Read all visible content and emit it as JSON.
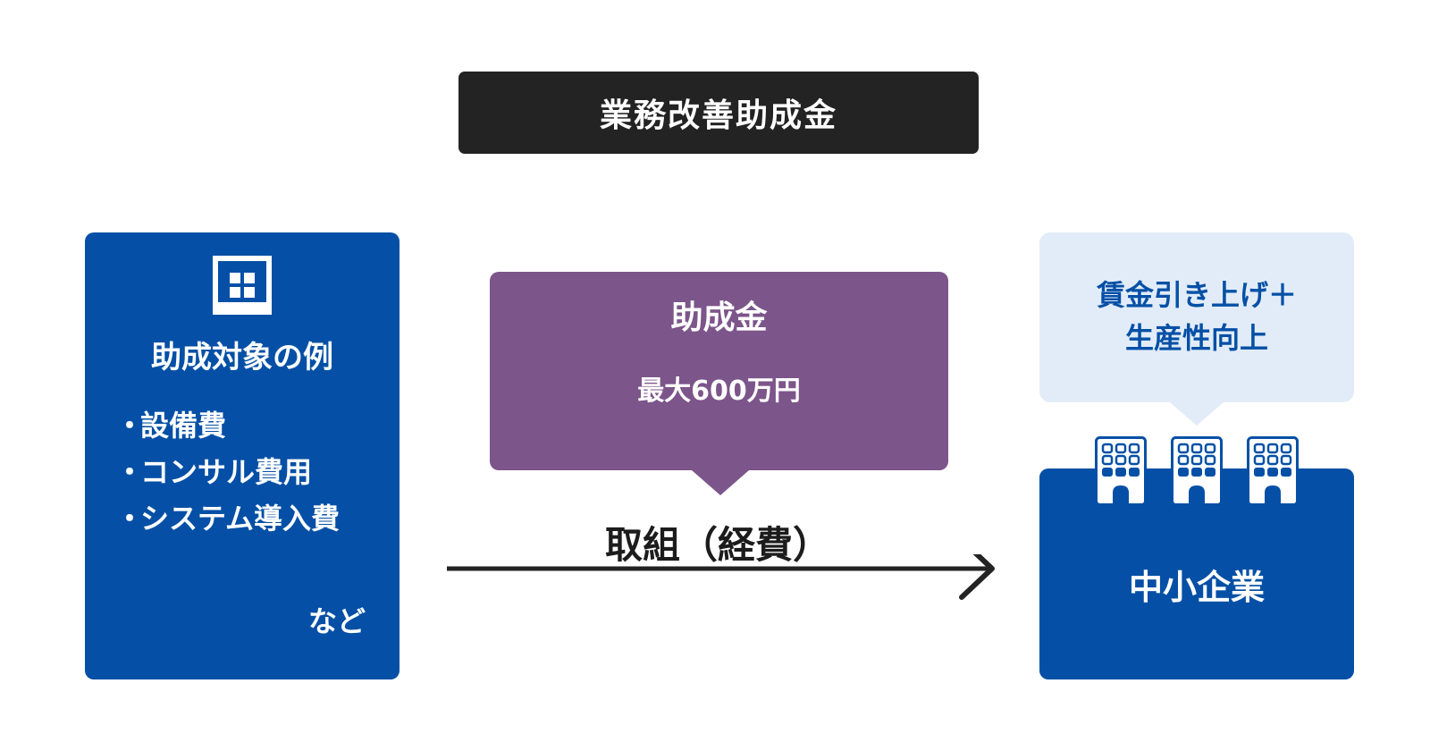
{
  "title": "業務改善助成金",
  "left": {
    "icon": "building-grid-icon",
    "title": "助成対象の例",
    "bullet": "・",
    "items": [
      "設備費",
      "コンサル費用",
      "システム導入費"
    ],
    "note": "など"
  },
  "grant": {
    "title": "助成金",
    "amount": "最大600万円"
  },
  "flow": {
    "label": "取組（経費）"
  },
  "goal": {
    "line1": "賃金引き上げ＋",
    "line2": "生産性向上"
  },
  "company": {
    "icon": "office-building-icon",
    "title": "中小企業"
  },
  "colors": {
    "navy": "#0550a6",
    "purple": "#7c558a",
    "dark": "#232323",
    "light_blue": "#e2ecf8"
  }
}
